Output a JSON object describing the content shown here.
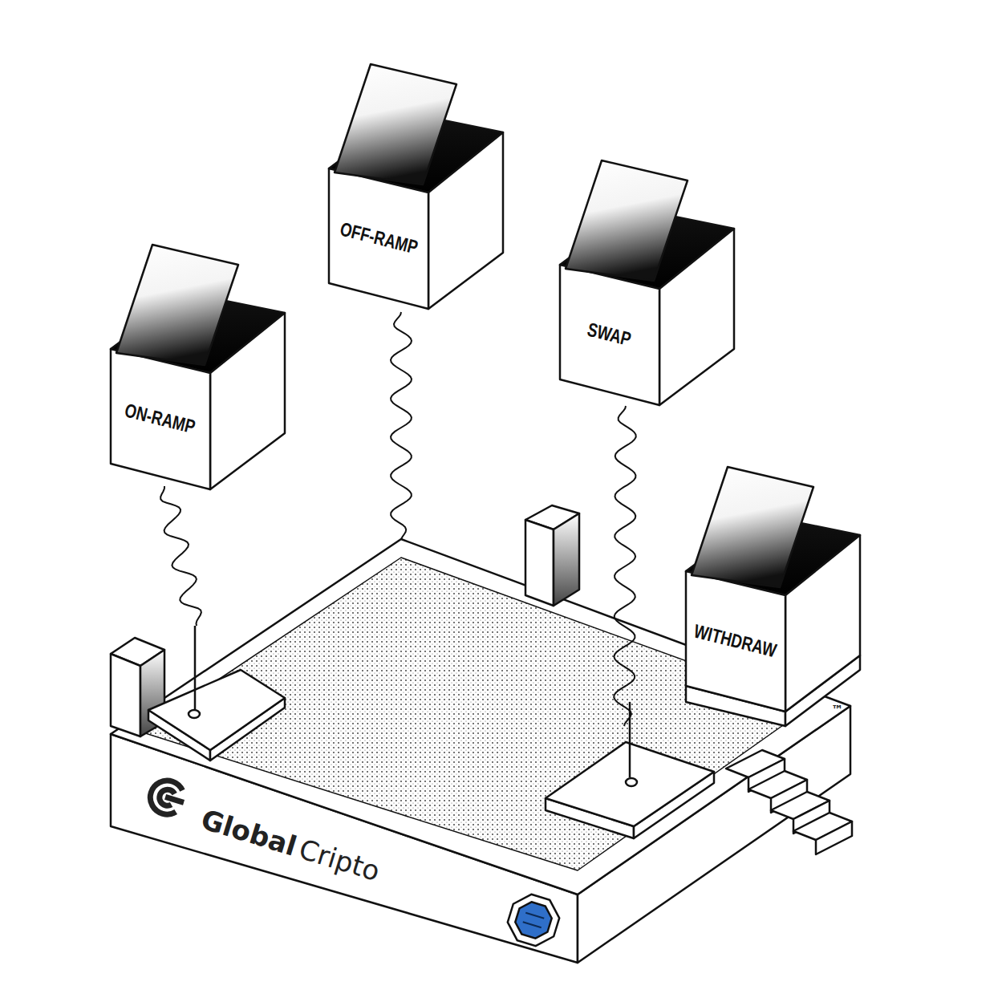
{
  "diagram": {
    "nodes": [
      {
        "text": [
          "OFF-RAMP"
        ]
      },
      {
        "text": [
          "SWAP"
        ]
      },
      {
        "text": [
          "ON-RAMP"
        ]
      },
      {
        "text": [
          "WITHDRAW"
        ]
      }
    ],
    "labels": [
      "Global",
      "Cripto",
      "™"
    ]
  }
}
